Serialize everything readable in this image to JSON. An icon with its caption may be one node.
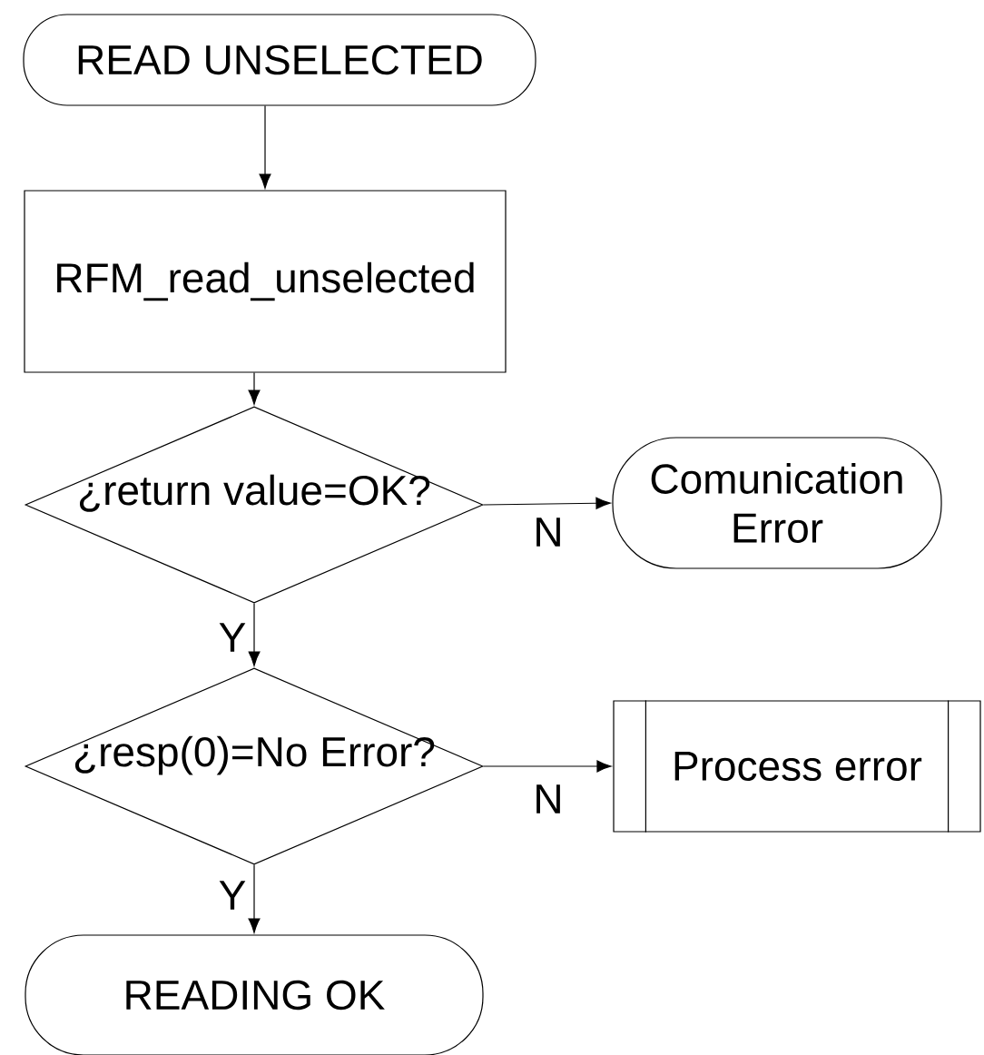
{
  "diagram": {
    "nodes": [
      {
        "text": [
          "READ UNSELECTED"
        ]
      },
      {
        "text": [
          "RFM_read_unselected"
        ]
      },
      {
        "text": [
          "¿return value=OK?"
        ]
      },
      {
        "text": [
          "Comunication Error"
        ]
      },
      {
        "text": [
          "¿resp(0)=No Error?"
        ]
      },
      {
        "text": [
          "Process error"
        ]
      },
      {
        "text": [
          "READING OK"
        ]
      }
    ],
    "edges": [
      {
        "from": 0,
        "to": 1,
        "arrow": "to"
      },
      {
        "from": 1,
        "to": 2,
        "arrow": "to"
      },
      {
        "from": 2,
        "to": 3,
        "arrow": "to",
        "label": "N"
      },
      {
        "from": 2,
        "to": 4,
        "arrow": "to",
        "label": "Y"
      },
      {
        "from": 4,
        "to": 5,
        "arrow": "to",
        "label": "N"
      },
      {
        "from": 4,
        "to": 6,
        "arrow": "to",
        "label": "Y"
      }
    ]
  }
}
